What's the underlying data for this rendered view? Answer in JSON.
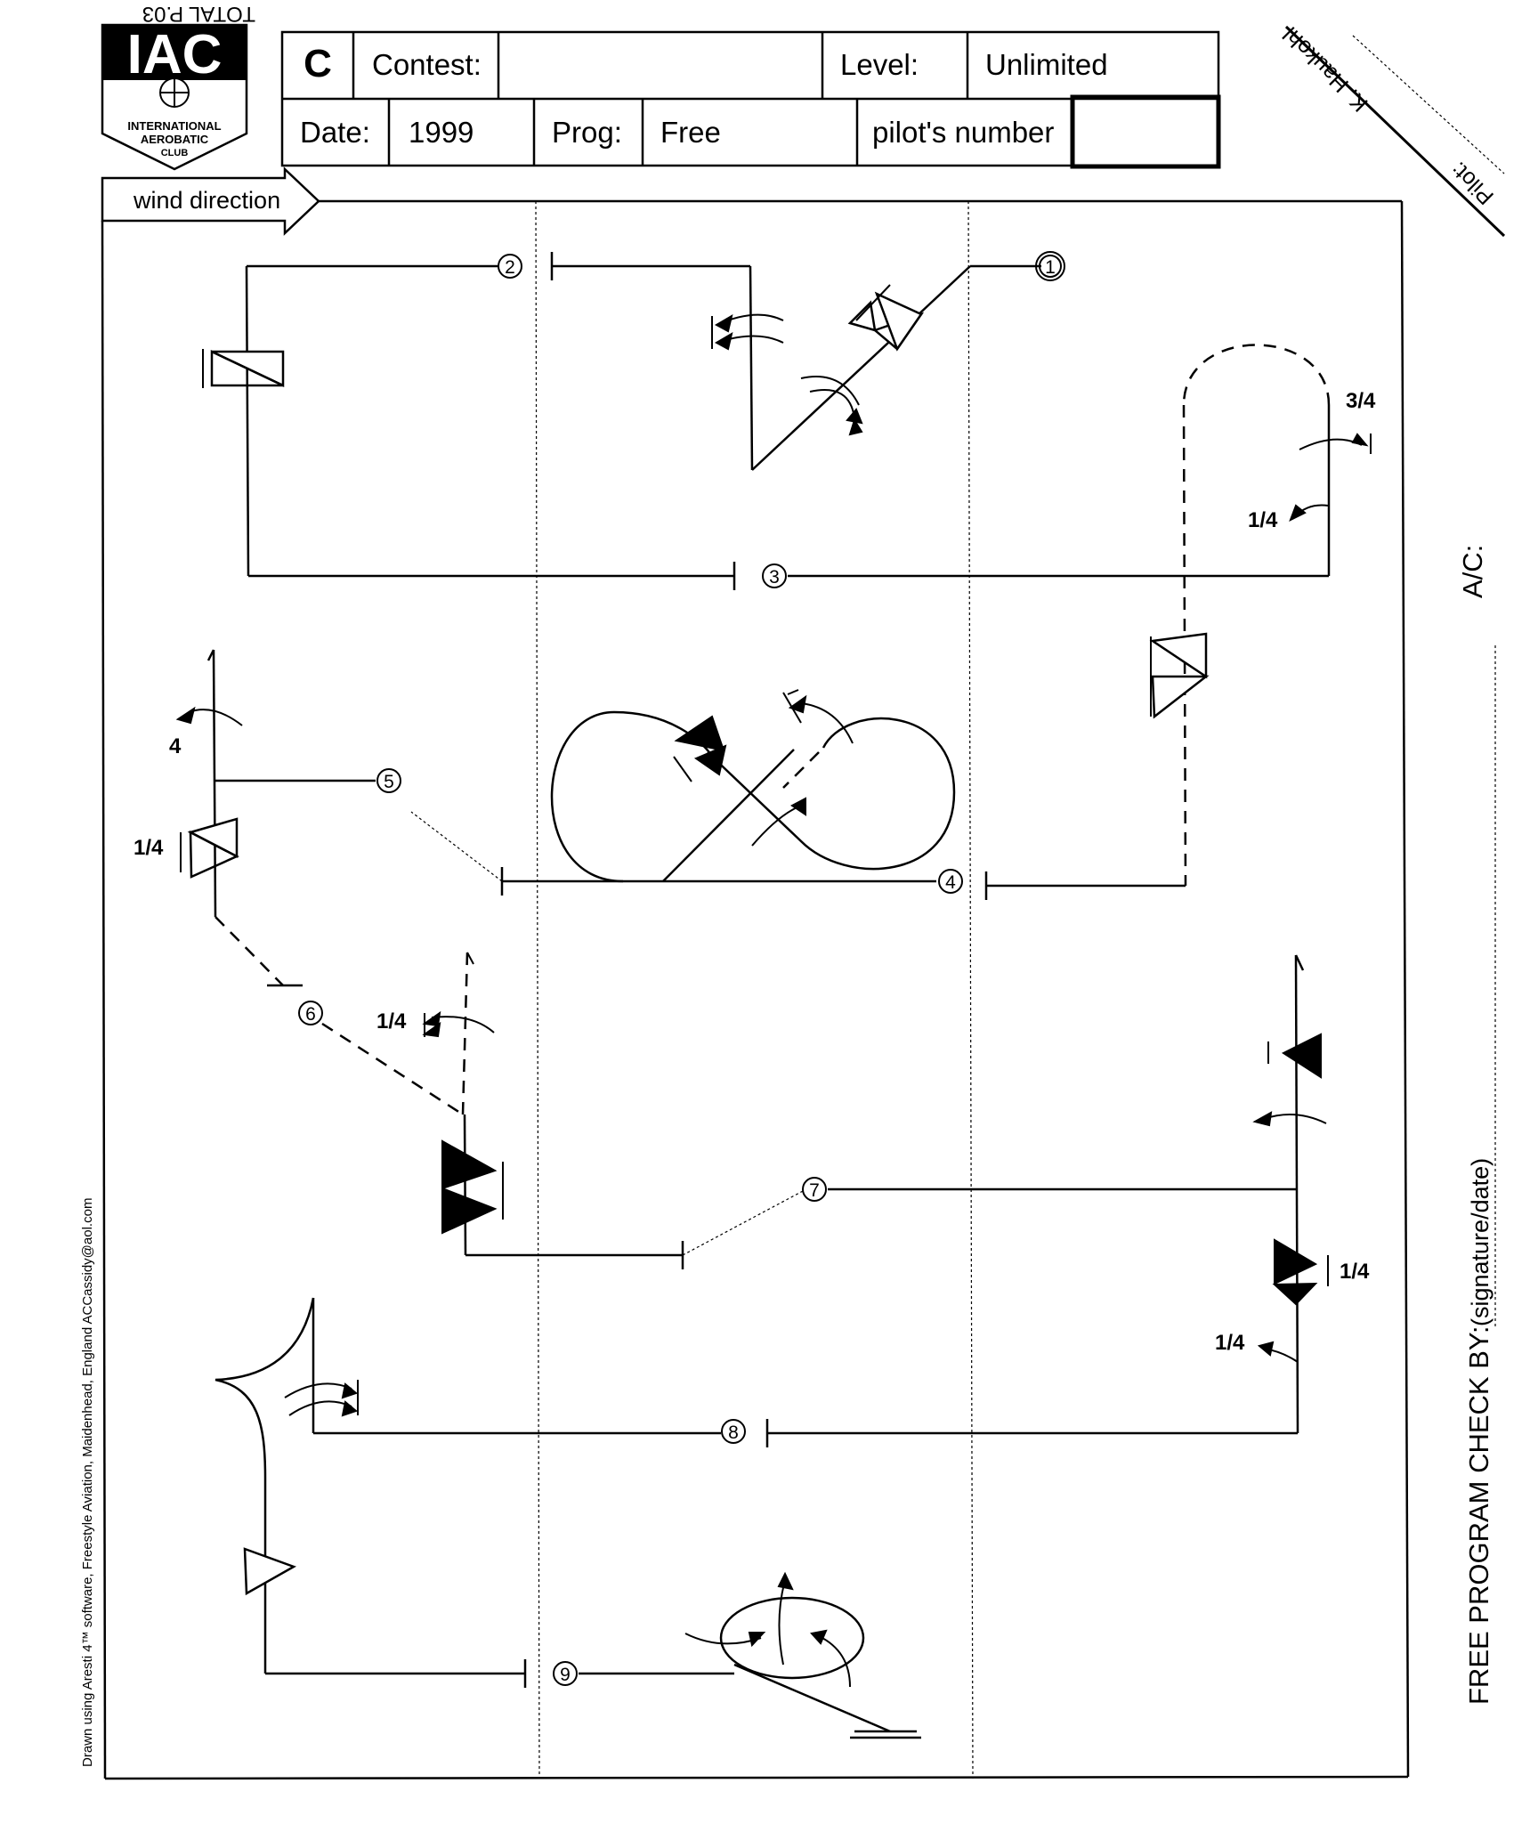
{
  "header": {
    "category": "C",
    "contest_label": "Contest:",
    "contest_value": "",
    "level_label": "Level:",
    "level_value": "Unlimited",
    "date_label": "Date:",
    "date_value": "1999",
    "prog_label": "Prog:",
    "prog_value": "Free",
    "pilot_number_label": "pilot's number",
    "pilot_number_value": ""
  },
  "top_stamp": "TOTAL P.03",
  "logo": {
    "letters": "IAC",
    "line1": "INTERNATIONAL",
    "line2": "AEROBATIC",
    "line3": "CLUB"
  },
  "pilot": {
    "label": "Pilot:",
    "name": "K. Haukohl"
  },
  "wind_label": "wind direction",
  "figure_numbers": [
    "1",
    "2",
    "3",
    "4",
    "5",
    "6",
    "7",
    "8",
    "9"
  ],
  "roll_labels": {
    "fig3_a": "3/4",
    "fig3_b": "1/4",
    "fig5_top": "4",
    "fig5_side": "1/4",
    "fig6": "1/4",
    "fig7_a": "1/4",
    "fig7_b": "1/4"
  },
  "right_margin": {
    "ac_label": "A/C:",
    "check_label": "FREE PROGRAM CHECK BY:",
    "signature_label": "(signature/date)"
  },
  "credit": "Drawn using Aresti 4™ software, Freestyle Aviation, Maidenhead, England ACCassidy@aol.com"
}
